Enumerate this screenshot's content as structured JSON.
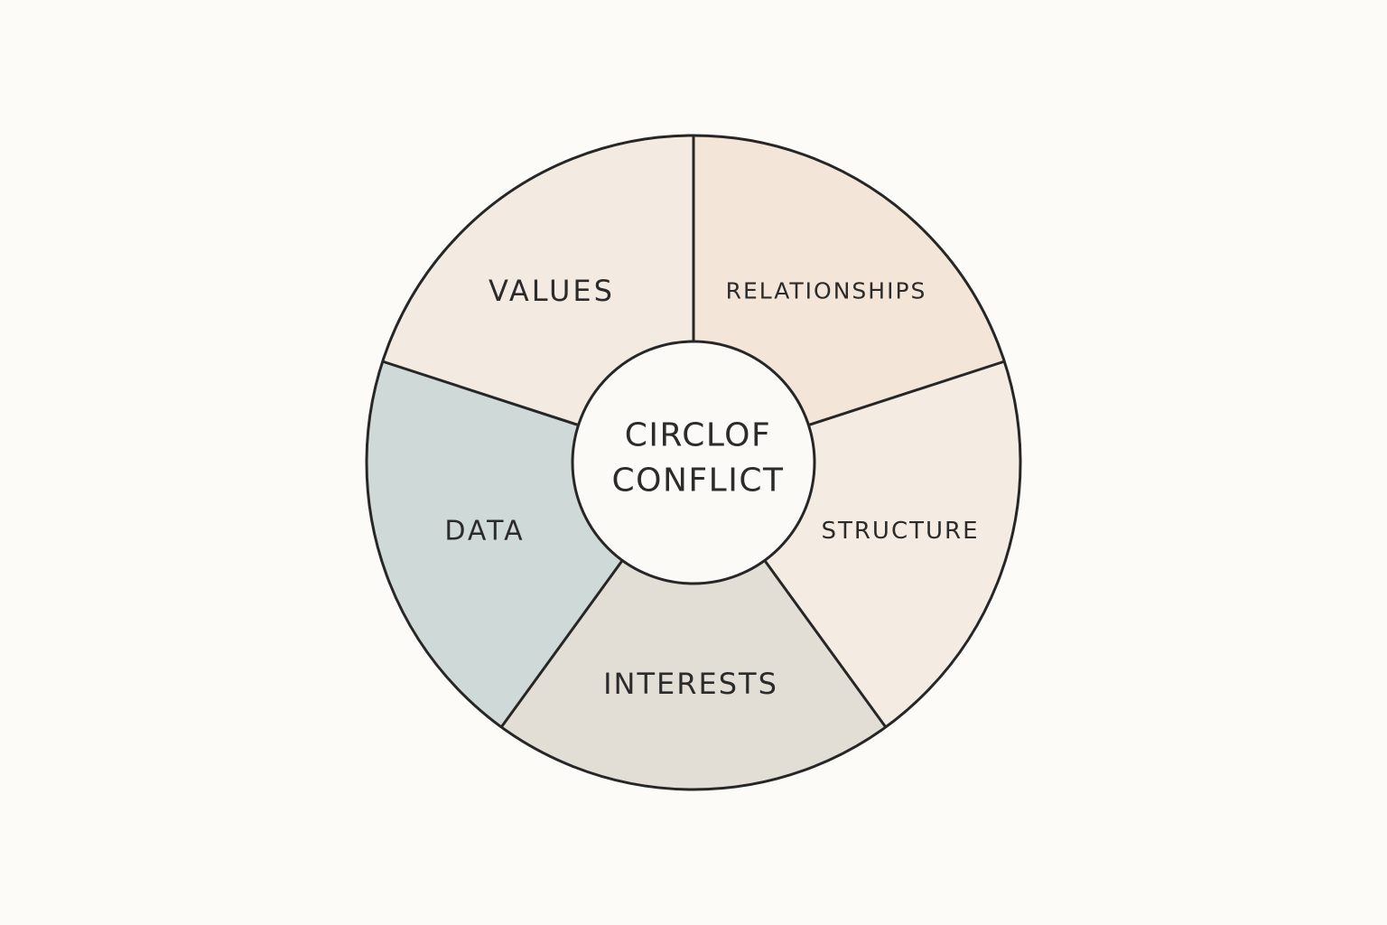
{
  "diagram": {
    "center": {
      "lines": [
        "CIRCLOF",
        "CONFLICT"
      ],
      "fill": "#fbfaf6"
    },
    "segments": [
      {
        "id": "values",
        "label": "VALUES",
        "fill": "#f3ebe2"
      },
      {
        "id": "relationships",
        "label": "RELATIONSHIPS",
        "fill": "#f3e6d8"
      },
      {
        "id": "structure",
        "label": "STRUCTURE",
        "fill": "#f4ece2"
      },
      {
        "id": "interests",
        "label": "INTERESTS",
        "fill": "#e2ded5"
      },
      {
        "id": "data",
        "label": "DATA",
        "fill": "#cfd9d8"
      }
    ],
    "stroke_color": "#262626",
    "background": "#fcfbf7"
  }
}
